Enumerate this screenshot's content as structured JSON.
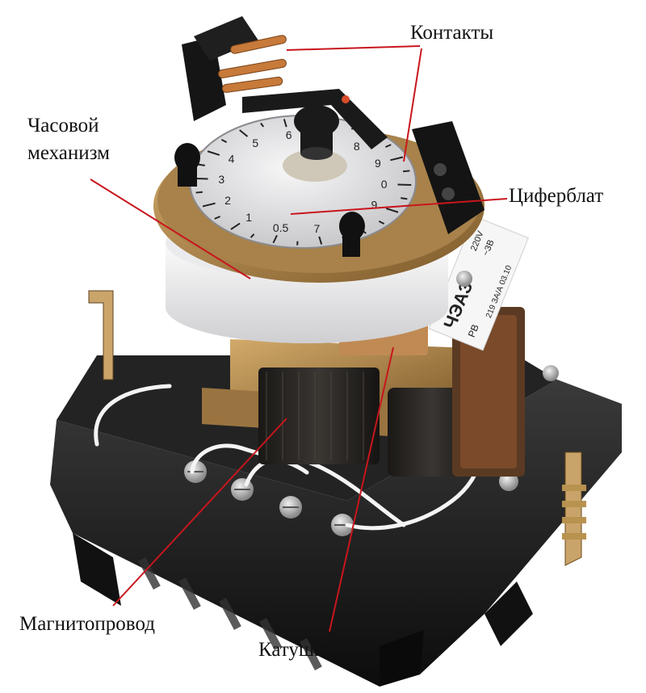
{
  "labels": {
    "contacts": "Контакты",
    "clock_mechanism_line1": "Часовой",
    "clock_mechanism_line2": "механизм",
    "dial": "Циферблат",
    "magnetic_core": "Магнитопровод",
    "coil": "Катушка"
  },
  "nameplate": {
    "brand": "ЧЭАЗ",
    "model": "РВ",
    "line1": "220V",
    "line2": "~ЗВ",
    "line3": "219 ЗА/А 03.10"
  },
  "dial_numbers": [
    "9",
    "8",
    "7",
    "0.5",
    "1",
    "2",
    "3",
    "4",
    "5",
    "6",
    "7",
    "8",
    "9",
    "0"
  ],
  "colors": {
    "leader_line": "#c8161d",
    "base": "#1a1a1a",
    "brass": "#b48a4c",
    "dial_face": "#e8e8ea",
    "coil_body": "#2a2826"
  }
}
